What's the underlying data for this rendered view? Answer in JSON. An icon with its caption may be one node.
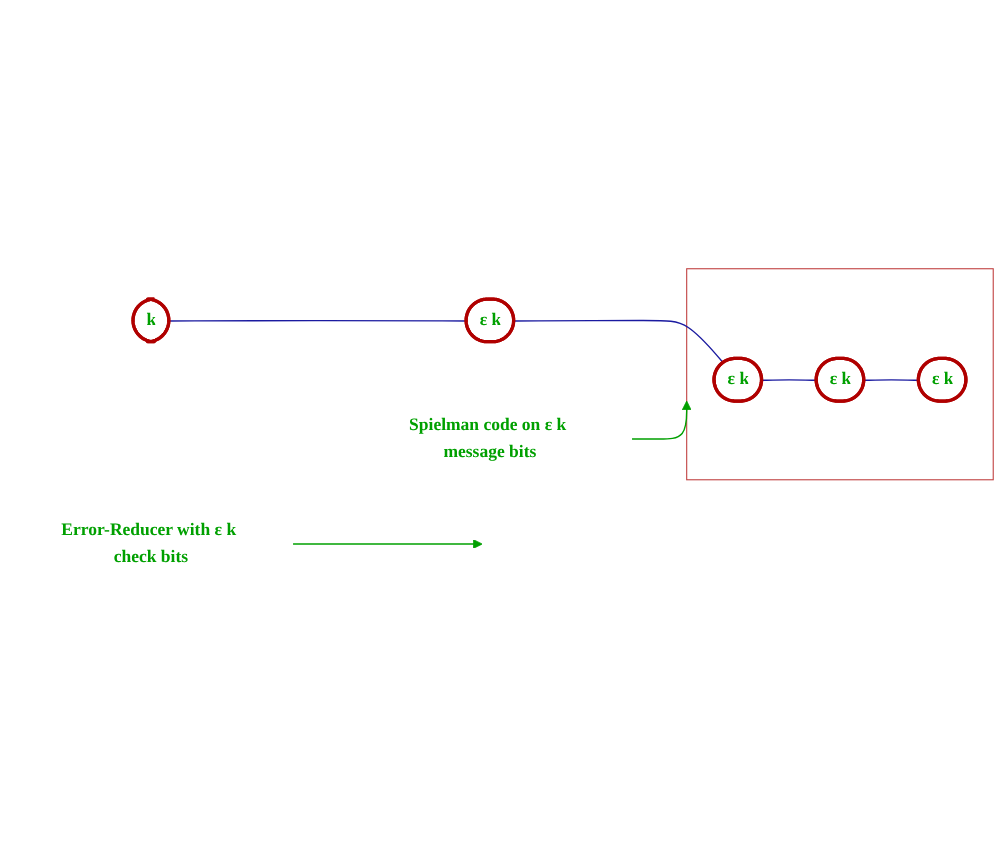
{
  "diagram": {
    "nodes": [
      {
        "text": [
          "Error-Reducer with ε k check bits"
        ]
      },
      {
        "text": [
          "Spielman code on ε k message bits"
        ]
      },
      {
        "text": [
          "k"
        ]
      },
      {
        "text": [
          "ε k"
        ]
      },
      {
        "text": [],
        "shape": "box"
      },
      {
        "text": [
          "ε k"
        ],
        "in": 4
      },
      {
        "text": [
          "ε k"
        ],
        "in": 4
      },
      {
        "text": [
          "ε k"
        ],
        "in": 4
      }
    ],
    "edges": [
      {
        "from": 0,
        "to": null,
        "arrow": "to",
        "color": "#00a000"
      },
      {
        "from": 1,
        "to": 4,
        "arrow": "to",
        "color": "#00a000"
      },
      {
        "from": 2,
        "to": 3,
        "arrow": "none"
      },
      {
        "from": 3,
        "to": 5,
        "arrow": "none"
      },
      {
        "from": 5,
        "to": 6,
        "arrow": "none"
      },
      {
        "from": 6,
        "to": 7,
        "arrow": "none"
      }
    ]
  }
}
